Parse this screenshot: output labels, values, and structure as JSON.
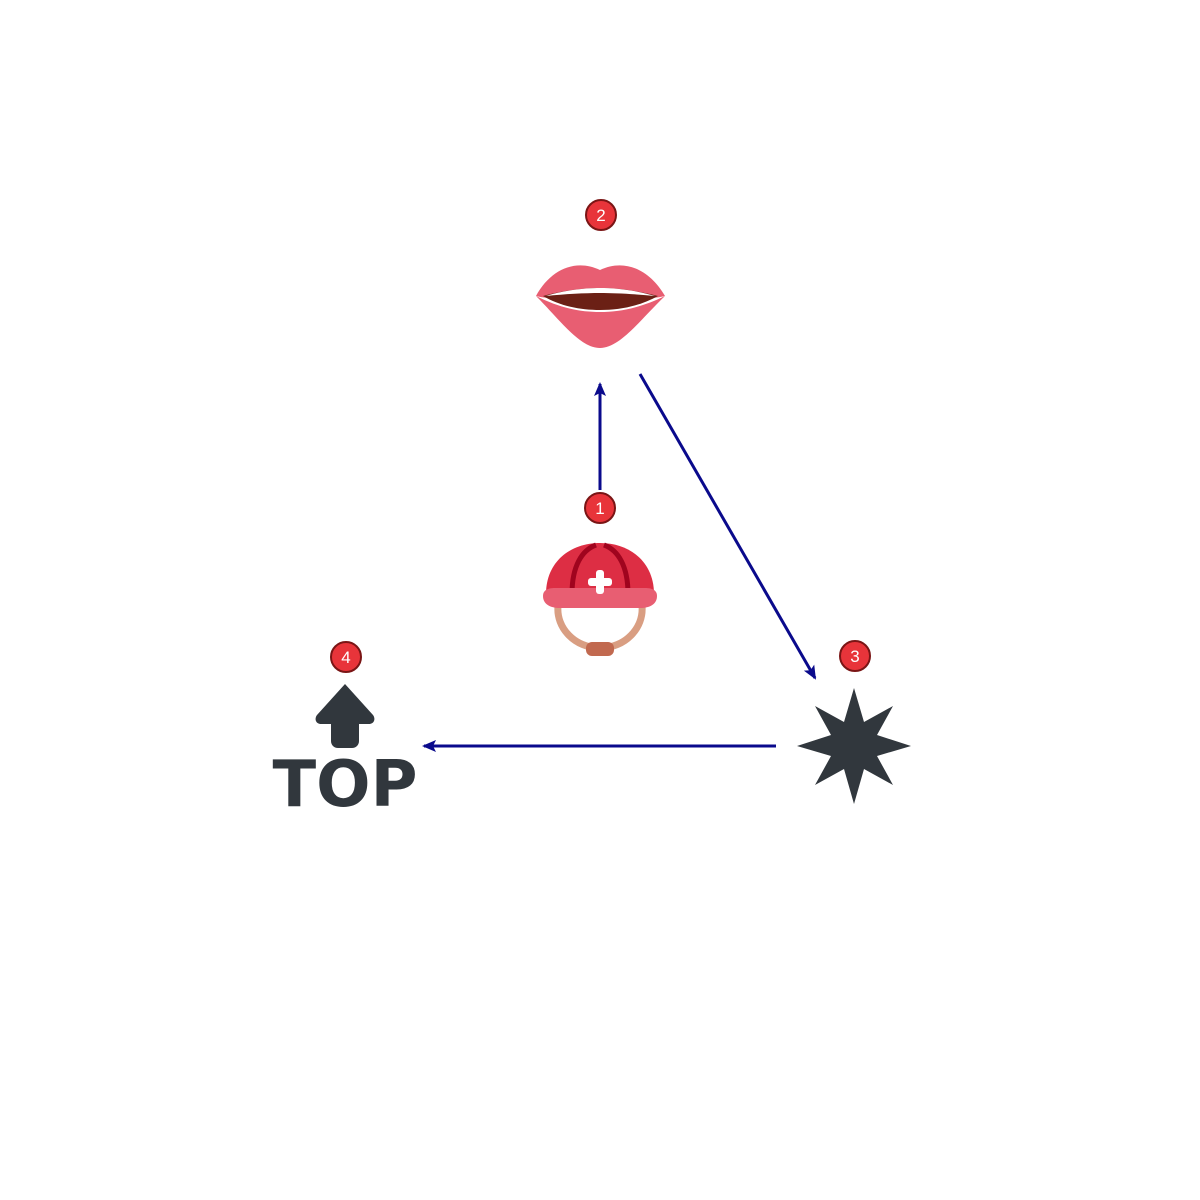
{
  "diagram": {
    "colors": {
      "edge": "#0a0a8c",
      "badge_fill": "#e8343a",
      "badge_stroke": "#7a1515",
      "badge_text": "#ffffff",
      "dark_icon": "#31373d"
    },
    "nodes": [
      {
        "id": 1,
        "badge": "1",
        "icon": "rescue-helmet-icon"
      },
      {
        "id": 2,
        "badge": "2",
        "icon": "mouth-icon"
      },
      {
        "id": 3,
        "badge": "3",
        "icon": "eight-pointed-star-icon"
      },
      {
        "id": 4,
        "badge": "4",
        "icon": "top-arrow-icon",
        "label": "TOP"
      }
    ],
    "edges": [
      {
        "from": 1,
        "to": 2
      },
      {
        "from": 2,
        "to": 3
      },
      {
        "from": 3,
        "to": 4
      }
    ]
  }
}
